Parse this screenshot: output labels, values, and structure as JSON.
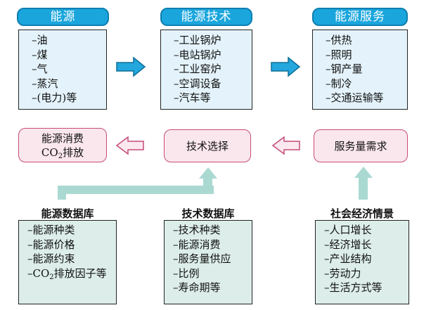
{
  "top": [
    {
      "title": "能源",
      "items": [
        "–油",
        "–煤",
        "–气",
        "–蒸汽",
        "–(电力)等"
      ]
    },
    {
      "title": "能源技术",
      "items": [
        "–工业锅炉",
        "–电站锅炉",
        "–工业窑炉",
        "–空调设备",
        "–汽车等"
      ]
    },
    {
      "title": "能源服务",
      "items": [
        "–供热",
        "–照明",
        "–钢产量",
        "–制冷",
        "–交通运输等"
      ]
    }
  ],
  "middle": {
    "energy_consumption": {
      "line1": "能源消费",
      "line2_prefix": "CO",
      "line2_sub": "2",
      "line2_suffix": "排放"
    },
    "tech_choice": "技术选择",
    "service_demand": "服务量需求"
  },
  "bottom": [
    {
      "title": "能源数据库",
      "items": [
        "–能源种类",
        "–能源价格",
        "–能源约束"
      ],
      "last_prefix": "–CO",
      "last_sub": "2",
      "last_suffix": "排放因子等"
    },
    {
      "title": "技术数据库",
      "items": [
        "–技术种类",
        "–能源消费",
        "–服务量供应",
        "–比例",
        "–寿命期等"
      ]
    },
    {
      "title": "社会经济情景",
      "items": [
        "–人口增长",
        "–经济增长",
        "–产业结构",
        "–劳动力",
        "–生活方式等"
      ]
    }
  ],
  "colors": {
    "pill": "#1aa6dd",
    "pill_border": "#0f7fb0",
    "top_fill": "#e4f3fb",
    "pink_fill": "#fae7ee",
    "pink_border": "#c64b7a",
    "bottom_fill": "#ddeeea",
    "connector": "#aad9d2"
  }
}
